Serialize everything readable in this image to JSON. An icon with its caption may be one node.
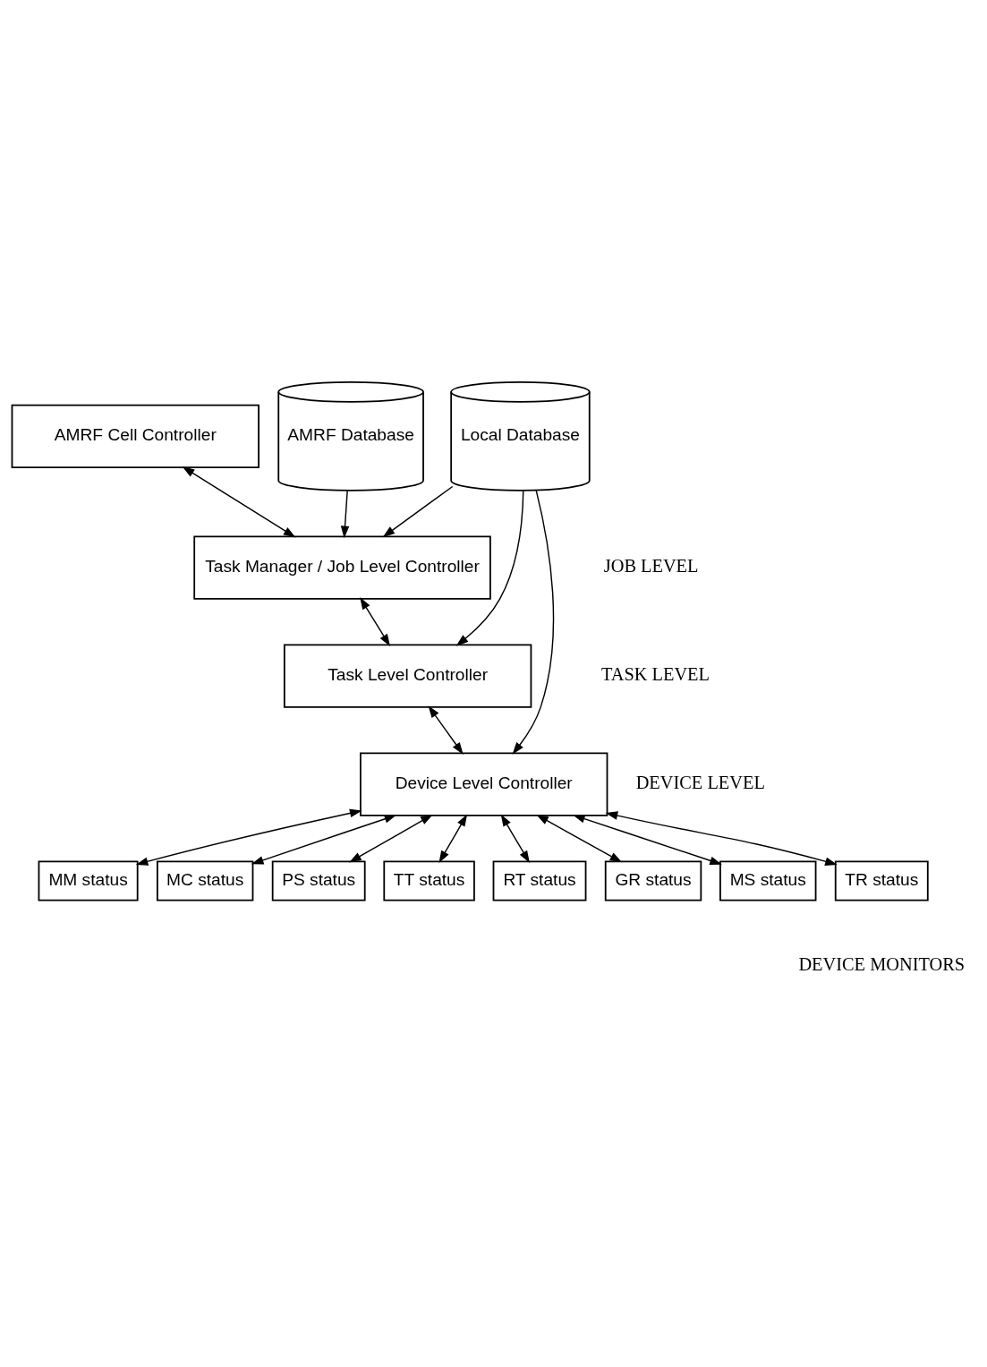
{
  "diagram": {
    "nodes": [
      {
        "text": [
          "AMRF Cell Controller"
        ]
      },
      {
        "text": [
          "AMRF Database"
        ]
      },
      {
        "text": [
          "Task Manager / Job Level Controller"
        ]
      },
      {
        "text": [
          "Local Database"
        ]
      },
      {
        "text": [
          "Task Level Controller"
        ]
      },
      {
        "text": [
          "Device Level Controller"
        ]
      },
      {
        "text": [
          "MM status"
        ]
      },
      {
        "text": [
          "MC status"
        ]
      },
      {
        "text": [
          "PS status"
        ]
      },
      {
        "text": [
          "TT status"
        ]
      },
      {
        "text": [
          "RT status"
        ]
      },
      {
        "text": [
          "GR status"
        ]
      },
      {
        "text": [
          "MS status"
        ]
      },
      {
        "text": [
          "TR status"
        ]
      }
    ],
    "edges": [
      {
        "from": 0,
        "to": 2,
        "arrow": "both"
      },
      {
        "from": 1,
        "to": 2,
        "arrow": "to"
      },
      {
        "from": 3,
        "to": 2,
        "arrow": "to"
      },
      {
        "from": 2,
        "to": 4,
        "arrow": "both"
      },
      {
        "from": 3,
        "to": 4,
        "arrow": "to"
      },
      {
        "from": 4,
        "to": 5,
        "arrow": "both"
      },
      {
        "from": 3,
        "to": 5,
        "arrow": "to"
      },
      {
        "from": 5,
        "to": 6,
        "arrow": "both"
      },
      {
        "from": 5,
        "to": 7,
        "arrow": "both"
      },
      {
        "from": 5,
        "to": 8,
        "arrow": "both"
      },
      {
        "from": 5,
        "to": 9,
        "arrow": "both"
      },
      {
        "from": 5,
        "to": 10,
        "arrow": "both"
      },
      {
        "from": 5,
        "to": 11,
        "arrow": "both"
      },
      {
        "from": 5,
        "to": 12,
        "arrow": "both"
      },
      {
        "from": 5,
        "to": 13,
        "arrow": "both"
      }
    ],
    "labels": [
      "JOB LEVEL",
      "TASK LEVEL",
      "DEVICE LEVEL",
      "DEVICE MONITORS"
    ]
  }
}
